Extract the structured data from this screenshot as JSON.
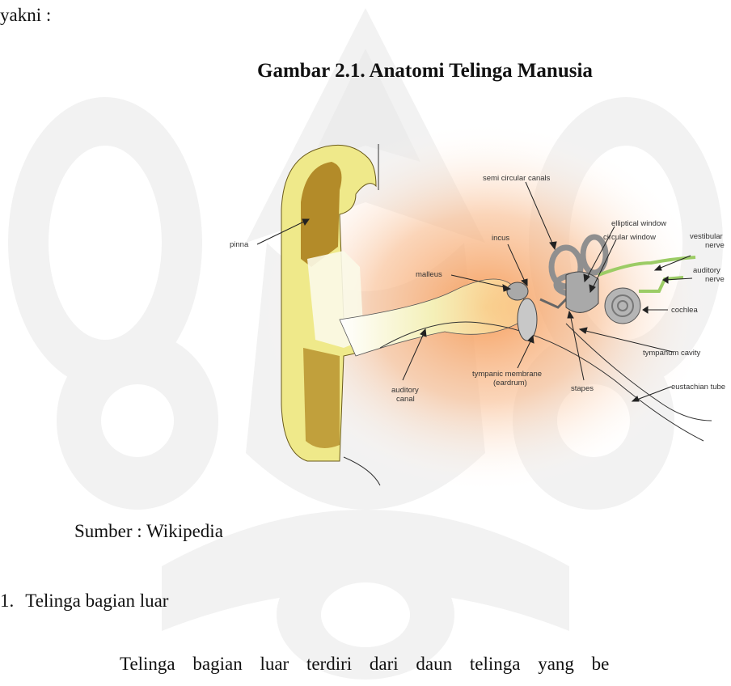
{
  "text": {
    "lead": "yakni :",
    "caption": "Gambar 2.1. Anatomi Telinga Manusia",
    "source": "Sumber : Wikipedia",
    "section_number": "1.",
    "section_title": "Telinga bagian luar",
    "body_fragment": "Telinga bagian luar terdiri dari daun telinga yang be"
  },
  "figure": {
    "labels": {
      "pinna": "pinna",
      "semi_circular_canals": "semi circular canals",
      "elliptical_window": "elliptical window",
      "circular_window": "circular window",
      "incus": "incus",
      "vestibular": "vestibular",
      "vestibular_nerve": "nerve",
      "auditory": "auditory",
      "auditory_nerve": "nerve",
      "malleus": "malleus",
      "cochlea": "cochlea",
      "tympanum_cavity": "tympanum cavity",
      "tympanic_membrane": "tympanic membrane",
      "eardrum": "(eardrum)",
      "stapes": "stapes",
      "eustachian_tube": "eustachian tube",
      "auditory_canal_1": "auditory",
      "auditory_canal_2": "canal"
    }
  },
  "colors": {
    "watermark": "#f2f2f2",
    "pinna_yellow": "#efe98a",
    "pinna_brown": "#a87a18",
    "glow_orange": "#f59a55",
    "bone_gray": "#a9a9a9",
    "nerve_green": "#9ccc65"
  }
}
